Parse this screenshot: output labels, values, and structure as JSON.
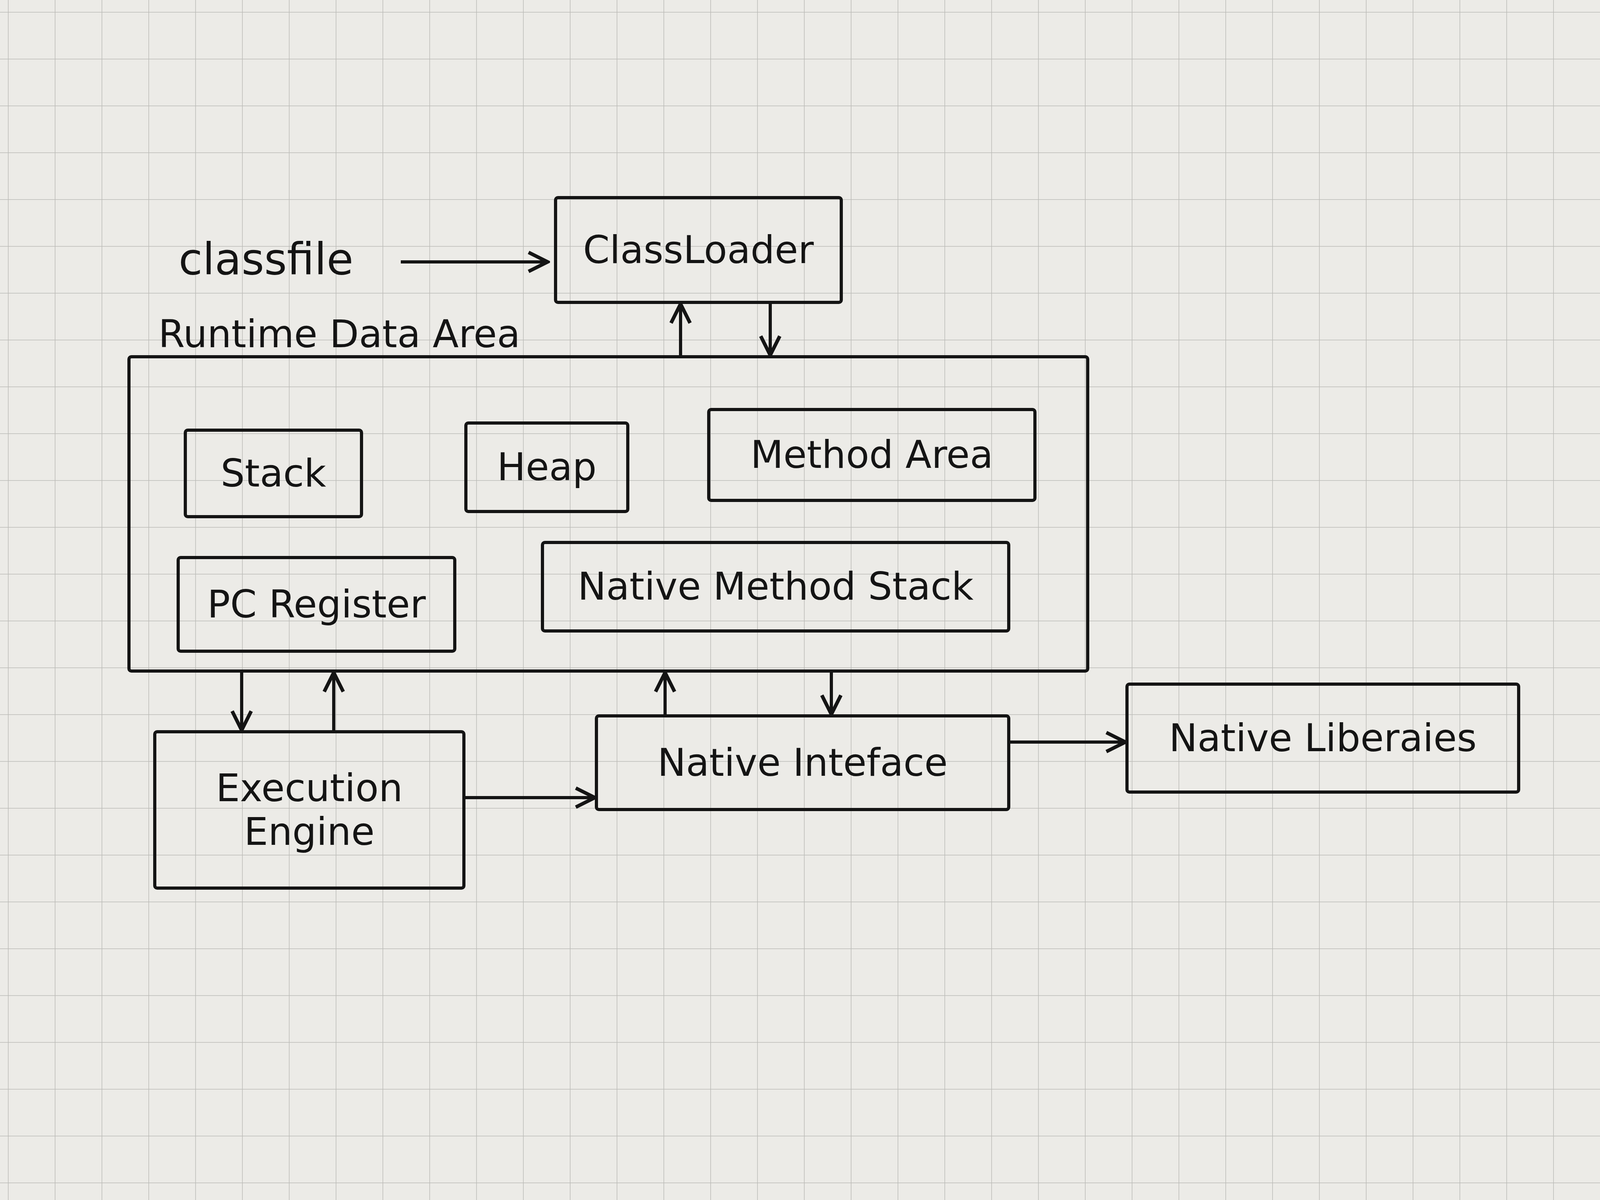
{
  "diagram": {
    "nodes": [
      {
        "text": [
          "ClassLoader"
        ]
      },
      {
        "text": [
          "Runtime Data Area"
        ]
      },
      {
        "text": [
          "Stack"
        ],
        "in": 1
      },
      {
        "text": [
          "Heap"
        ],
        "in": 1
      },
      {
        "text": [
          "Method Area"
        ],
        "in": 1
      },
      {
        "text": [
          "PC Register"
        ],
        "in": 1
      },
      {
        "text": [
          "Native Method Stack"
        ],
        "in": 1
      },
      {
        "text": [
          "Execution Engine"
        ]
      },
      {
        "text": [
          "Native Inteface"
        ]
      },
      {
        "text": [
          "Native Liberaies"
        ]
      }
    ],
    "edges": [
      {
        "from": 1,
        "to": 0,
        "arrow": "to"
      },
      {
        "from": 0,
        "to": 1,
        "arrow": "to"
      },
      {
        "from": 1,
        "to": 7,
        "arrow": "to"
      },
      {
        "from": 7,
        "to": 1,
        "arrow": "to"
      },
      {
        "from": 7,
        "to": 8,
        "arrow": "to"
      },
      {
        "from": 8,
        "to": 1,
        "arrow": "to"
      },
      {
        "from": 1,
        "to": 8,
        "arrow": "to"
      },
      {
        "from": 8,
        "to": 9,
        "arrow": "to"
      }
    ],
    "labels": [
      "classfile"
    ]
  }
}
